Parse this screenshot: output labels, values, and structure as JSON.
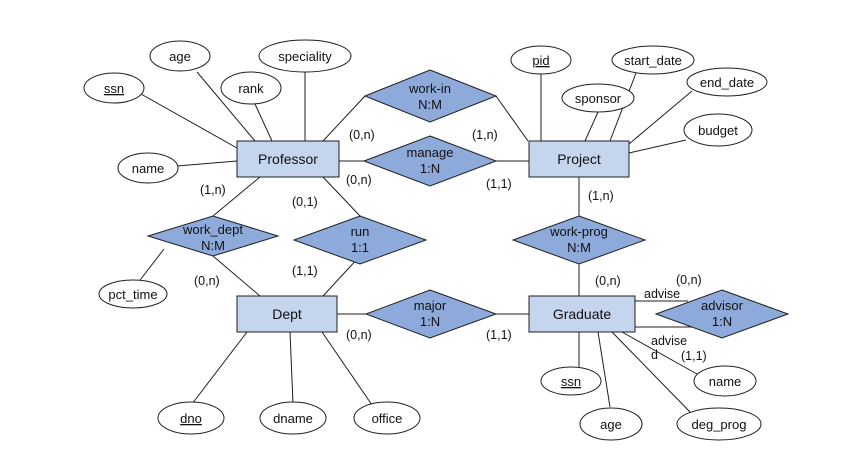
{
  "entities": [
    {
      "id": "professor",
      "label": "Professor"
    },
    {
      "id": "project",
      "label": "Project"
    },
    {
      "id": "dept",
      "label": "Dept"
    },
    {
      "id": "graduate",
      "label": "Graduate"
    }
  ],
  "relationships": [
    {
      "id": "work_in",
      "name": "work-in",
      "cardinality": "N:M"
    },
    {
      "id": "manage",
      "name": "manage",
      "cardinality": "1:N"
    },
    {
      "id": "work_dept",
      "name": "work_dept",
      "cardinality": "N:M"
    },
    {
      "id": "run",
      "name": "run",
      "cardinality": "1:1"
    },
    {
      "id": "work_prog",
      "name": "work-prog",
      "cardinality": "N:M"
    },
    {
      "id": "major",
      "name": "major",
      "cardinality": "1:N"
    },
    {
      "id": "advisor",
      "name": "advisor",
      "cardinality": "1:N"
    }
  ],
  "attributes": [
    {
      "id": "prof_ssn",
      "label": "ssn",
      "key": true
    },
    {
      "id": "prof_age",
      "label": "age",
      "key": false
    },
    {
      "id": "prof_rank",
      "label": "rank",
      "key": false
    },
    {
      "id": "prof_speciality",
      "label": "speciality",
      "key": false
    },
    {
      "id": "prof_name",
      "label": "name",
      "key": false
    },
    {
      "id": "proj_pid",
      "label": "pid",
      "key": true
    },
    {
      "id": "proj_start_date",
      "label": "start_date",
      "key": false
    },
    {
      "id": "proj_sponsor",
      "label": "sponsor",
      "key": false
    },
    {
      "id": "proj_end_date",
      "label": "end_date",
      "key": false
    },
    {
      "id": "proj_budget",
      "label": "budget",
      "key": false
    },
    {
      "id": "wd_pct_time",
      "label": "pct_time",
      "key": false
    },
    {
      "id": "dept_dno",
      "label": "dno",
      "key": true
    },
    {
      "id": "dept_dname",
      "label": "dname",
      "key": false
    },
    {
      "id": "dept_office",
      "label": "office",
      "key": false
    },
    {
      "id": "grad_ssn",
      "label": "ssn",
      "key": true
    },
    {
      "id": "grad_age",
      "label": "age",
      "key": false
    },
    {
      "id": "grad_deg_prog",
      "label": "deg_prog",
      "key": false
    },
    {
      "id": "grad_name",
      "label": "name",
      "key": false
    }
  ],
  "cardinalities": [
    {
      "id": "c_workin_prof",
      "text": "(0,n)"
    },
    {
      "id": "c_workin_proj",
      "text": "(1,n)"
    },
    {
      "id": "c_manage_prof",
      "text": "(0,n)"
    },
    {
      "id": "c_manage_proj",
      "text": "(1,1)"
    },
    {
      "id": "c_workdept_prof",
      "text": "(1,n)"
    },
    {
      "id": "c_run_prof",
      "text": "(0,1)"
    },
    {
      "id": "c_workprog_proj",
      "text": "(1,n)"
    },
    {
      "id": "c_workdept_dept",
      "text": "(0,n)"
    },
    {
      "id": "c_run_dept",
      "text": "(1,1)"
    },
    {
      "id": "c_workprog_grad",
      "text": "(0,n)"
    },
    {
      "id": "c_advisor_top",
      "text": "(0,n)"
    },
    {
      "id": "c_major_dept",
      "text": "(0,n)"
    },
    {
      "id": "c_major_grad",
      "text": "(1,1)"
    },
    {
      "id": "c_advisor_bottom",
      "text": "(1,1)"
    }
  ],
  "role_labels": [
    {
      "id": "role_advise_top",
      "text": "advise"
    },
    {
      "id": "role_advise_bottom",
      "text": "advise"
    },
    {
      "id": "role_advise_bottom_d",
      "text": "d"
    }
  ]
}
